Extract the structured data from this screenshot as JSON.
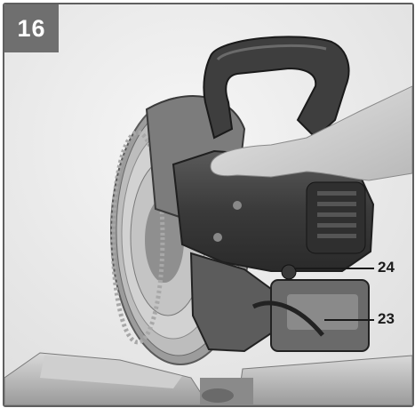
{
  "figure": {
    "number": "16"
  },
  "callouts": [
    {
      "label": "24"
    },
    {
      "label": "23"
    }
  ],
  "palette": {
    "frame_border": "#5f5f5f",
    "badge_bg": "#6f6f6f",
    "badge_text": "#ffffff",
    "background": "#efefef"
  }
}
